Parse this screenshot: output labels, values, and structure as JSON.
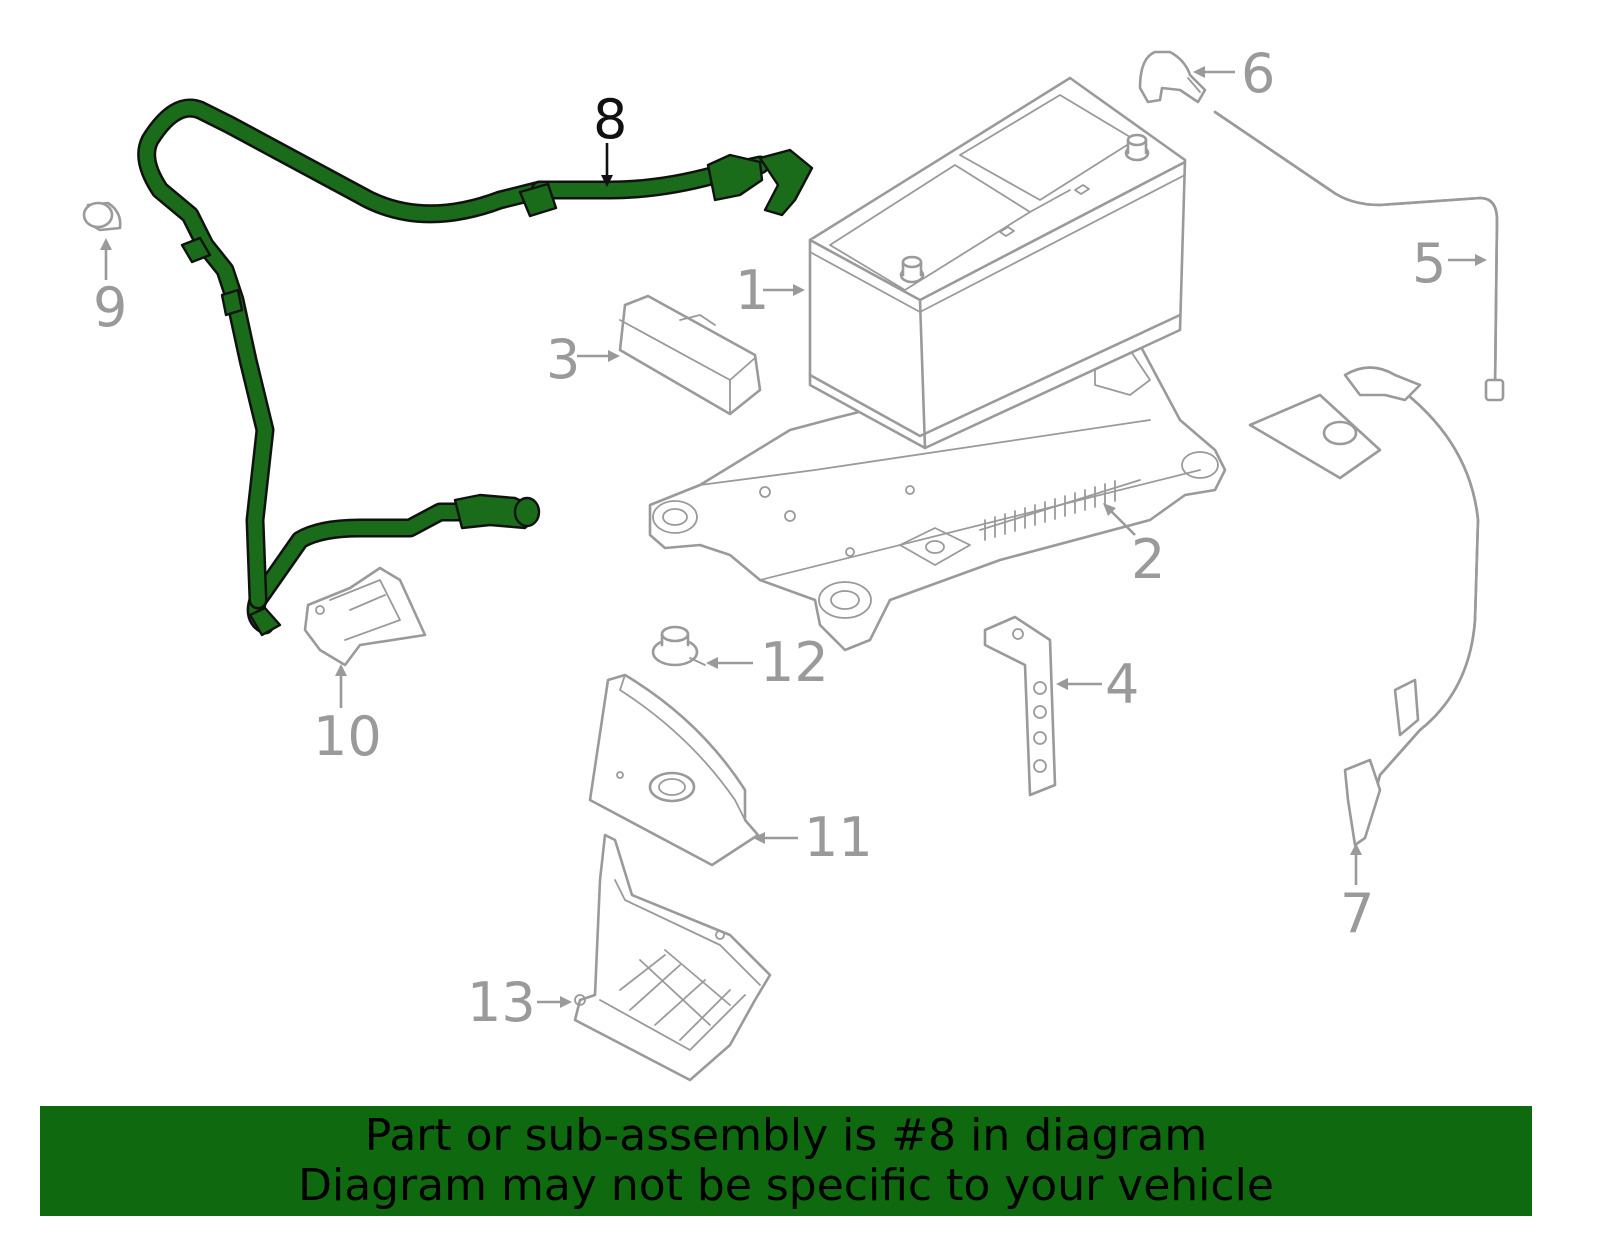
{
  "callouts": {
    "n1": "1",
    "n2": "2",
    "n3": "3",
    "n4": "4",
    "n5": "5",
    "n6": "6",
    "n7": "7",
    "n8": "8",
    "n9": "9",
    "n10": "10",
    "n11": "11",
    "n12": "12",
    "n13": "13"
  },
  "highlight": {
    "part": "8",
    "color": "#1a6b1a"
  },
  "banner": {
    "line1": "Part or sub-assembly is #8 in diagram",
    "line2": "Diagram may not be specific to your vehicle",
    "background": "#0f6a0f"
  }
}
